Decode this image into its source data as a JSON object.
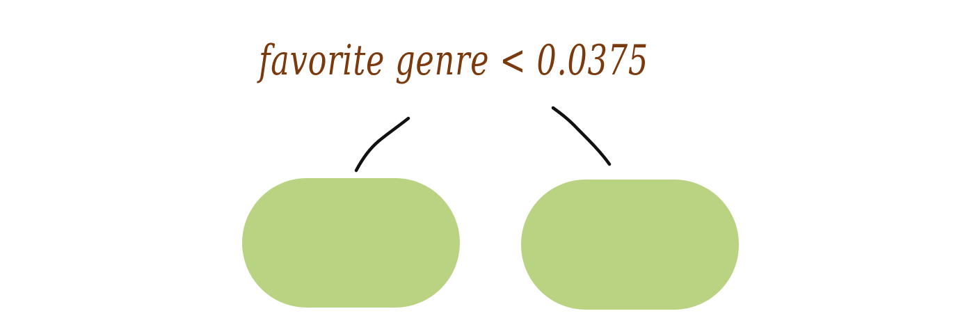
{
  "split_node": {
    "label": "favorite genre < 0.0375"
  },
  "children": [
    {
      "id": "left-leaf",
      "label": ""
    },
    {
      "id": "right-leaf",
      "label": ""
    }
  ],
  "colors": {
    "label_text": "#7a3a0e",
    "connector": "#111111",
    "leaf_fill": "#b9d383",
    "background": "#ffffff"
  }
}
